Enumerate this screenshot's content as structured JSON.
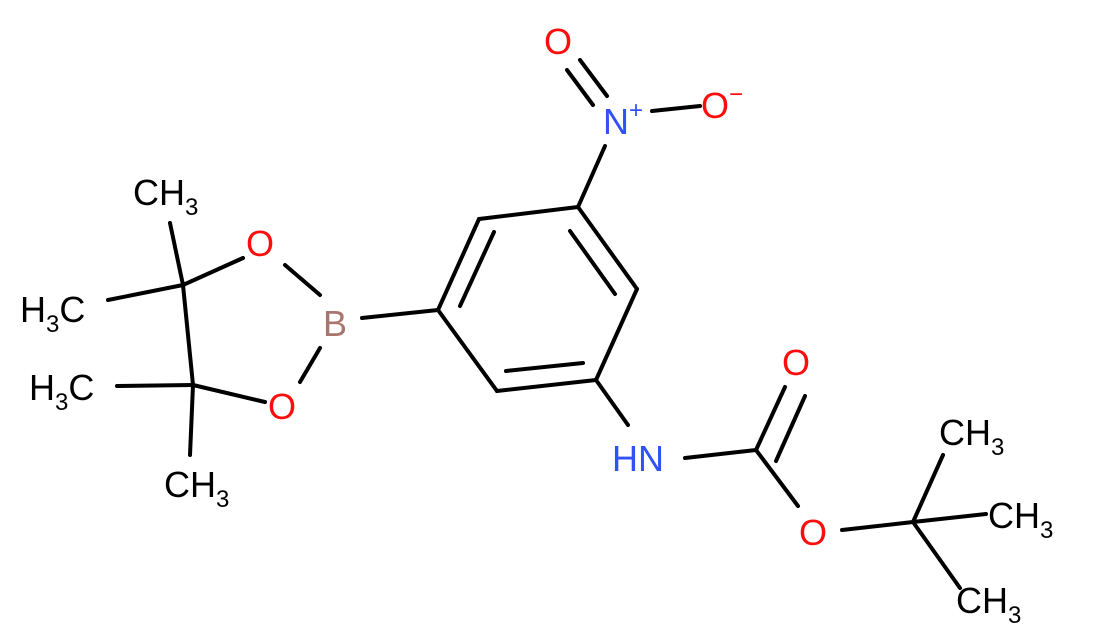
{
  "molecule": {
    "colors": {
      "bond": "#000000",
      "oxygen": "#ff0d0d",
      "nitrogen": "#3050f8",
      "boron": "#a8766f",
      "carbon": "#000000"
    },
    "atoms": {
      "nitro_o_top": {
        "symbol": "O"
      },
      "nitro_n": {
        "symbol": "N",
        "charge": "+"
      },
      "nitro_o_minus": {
        "symbol": "O",
        "charge": "−"
      },
      "boron": {
        "symbol": "B"
      },
      "ring_o_top": {
        "symbol": "O"
      },
      "ring_o_bottom": {
        "symbol": "O"
      },
      "carbonyl_o": {
        "symbol": "O"
      },
      "nh": {
        "symbol": "HN"
      },
      "ester_o": {
        "symbol": "O"
      },
      "me_top": {
        "symbol": "CH",
        "sub": "3"
      },
      "me_left_upper": {
        "symbol": "C",
        "prefix": "H",
        "sub": "3"
      },
      "me_left_lower": {
        "symbol": "C",
        "prefix": "H",
        "sub": "3"
      },
      "me_bottom": {
        "symbol": "CH",
        "sub": "3"
      },
      "tbu_top": {
        "symbol": "CH",
        "sub": "3"
      },
      "tbu_right": {
        "symbol": "CH",
        "sub": "3"
      },
      "tbu_bottom": {
        "symbol": "CH",
        "sub": "3"
      }
    }
  }
}
